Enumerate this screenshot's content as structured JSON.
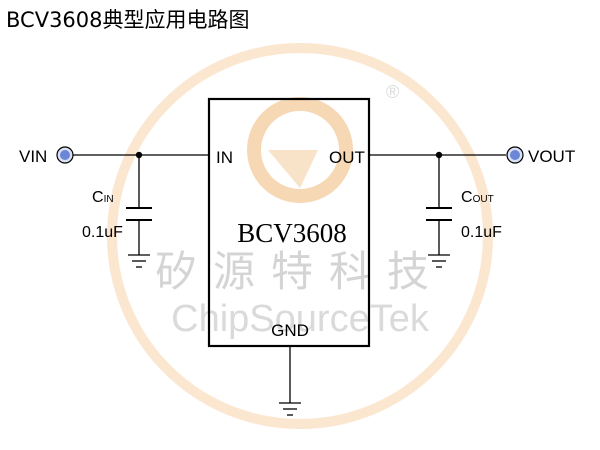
{
  "title": "BCV3608典型应用电路图",
  "chip": {
    "name": "BCV3608",
    "pins": {
      "in": "IN",
      "out": "OUT",
      "gnd": "GND"
    }
  },
  "terminals": {
    "vin": "VIN",
    "vout": "VOUT"
  },
  "capacitors": {
    "input": {
      "label": "C",
      "sub": "IN",
      "value": "0.1uF"
    },
    "output": {
      "label": "C",
      "sub": "OUT",
      "value": "0.1uF"
    }
  },
  "watermark": {
    "chinese": "矽源特科技",
    "english": "ChipSourceTek",
    "registered": "®"
  },
  "colors": {
    "line": "#000000",
    "terminal": "#6b86d6",
    "watermark_ring": "#f8ddc2",
    "watermark_text": "#d6d6d6"
  }
}
